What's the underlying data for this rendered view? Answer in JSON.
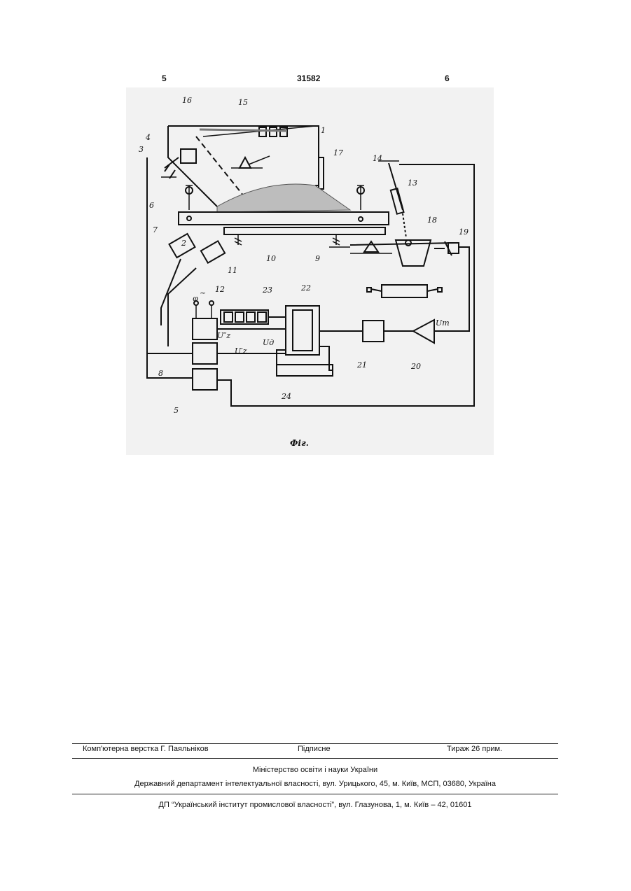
{
  "header": {
    "left_page": "5",
    "patent_number": "31582",
    "right_page": "6"
  },
  "figure": {
    "caption": "Фіг.",
    "labels": [
      "1",
      "2",
      "3",
      "4",
      "5",
      "6",
      "7",
      "8",
      "9",
      "10",
      "11",
      "12",
      "13",
      "14",
      "15",
      "16",
      "17",
      "18",
      "19",
      "20",
      "21",
      "22",
      "23",
      "24"
    ],
    "signal_labels": {
      "u_z_double": "U″z",
      "u_z_single": "U′z",
      "u_d": "Uд",
      "u_m": "Uт",
      "phi": "φ",
      "ac": "~"
    }
  },
  "footer": {
    "typesetting": "Комп'ютерна верстка Г. Паяльніков",
    "subscription": "Підписне",
    "circulation": "Тираж 26 прим.",
    "ministry": "Міністерство освіти і науки України",
    "department": "Державний департамент інтелектуальної власності, вул. Урицького, 45, м. Київ, МСП, 03680, Україна",
    "institute": "ДП “Український інститут промислової власності”, вул. Глазунова, 1, м. Київ – 42, 01601"
  }
}
